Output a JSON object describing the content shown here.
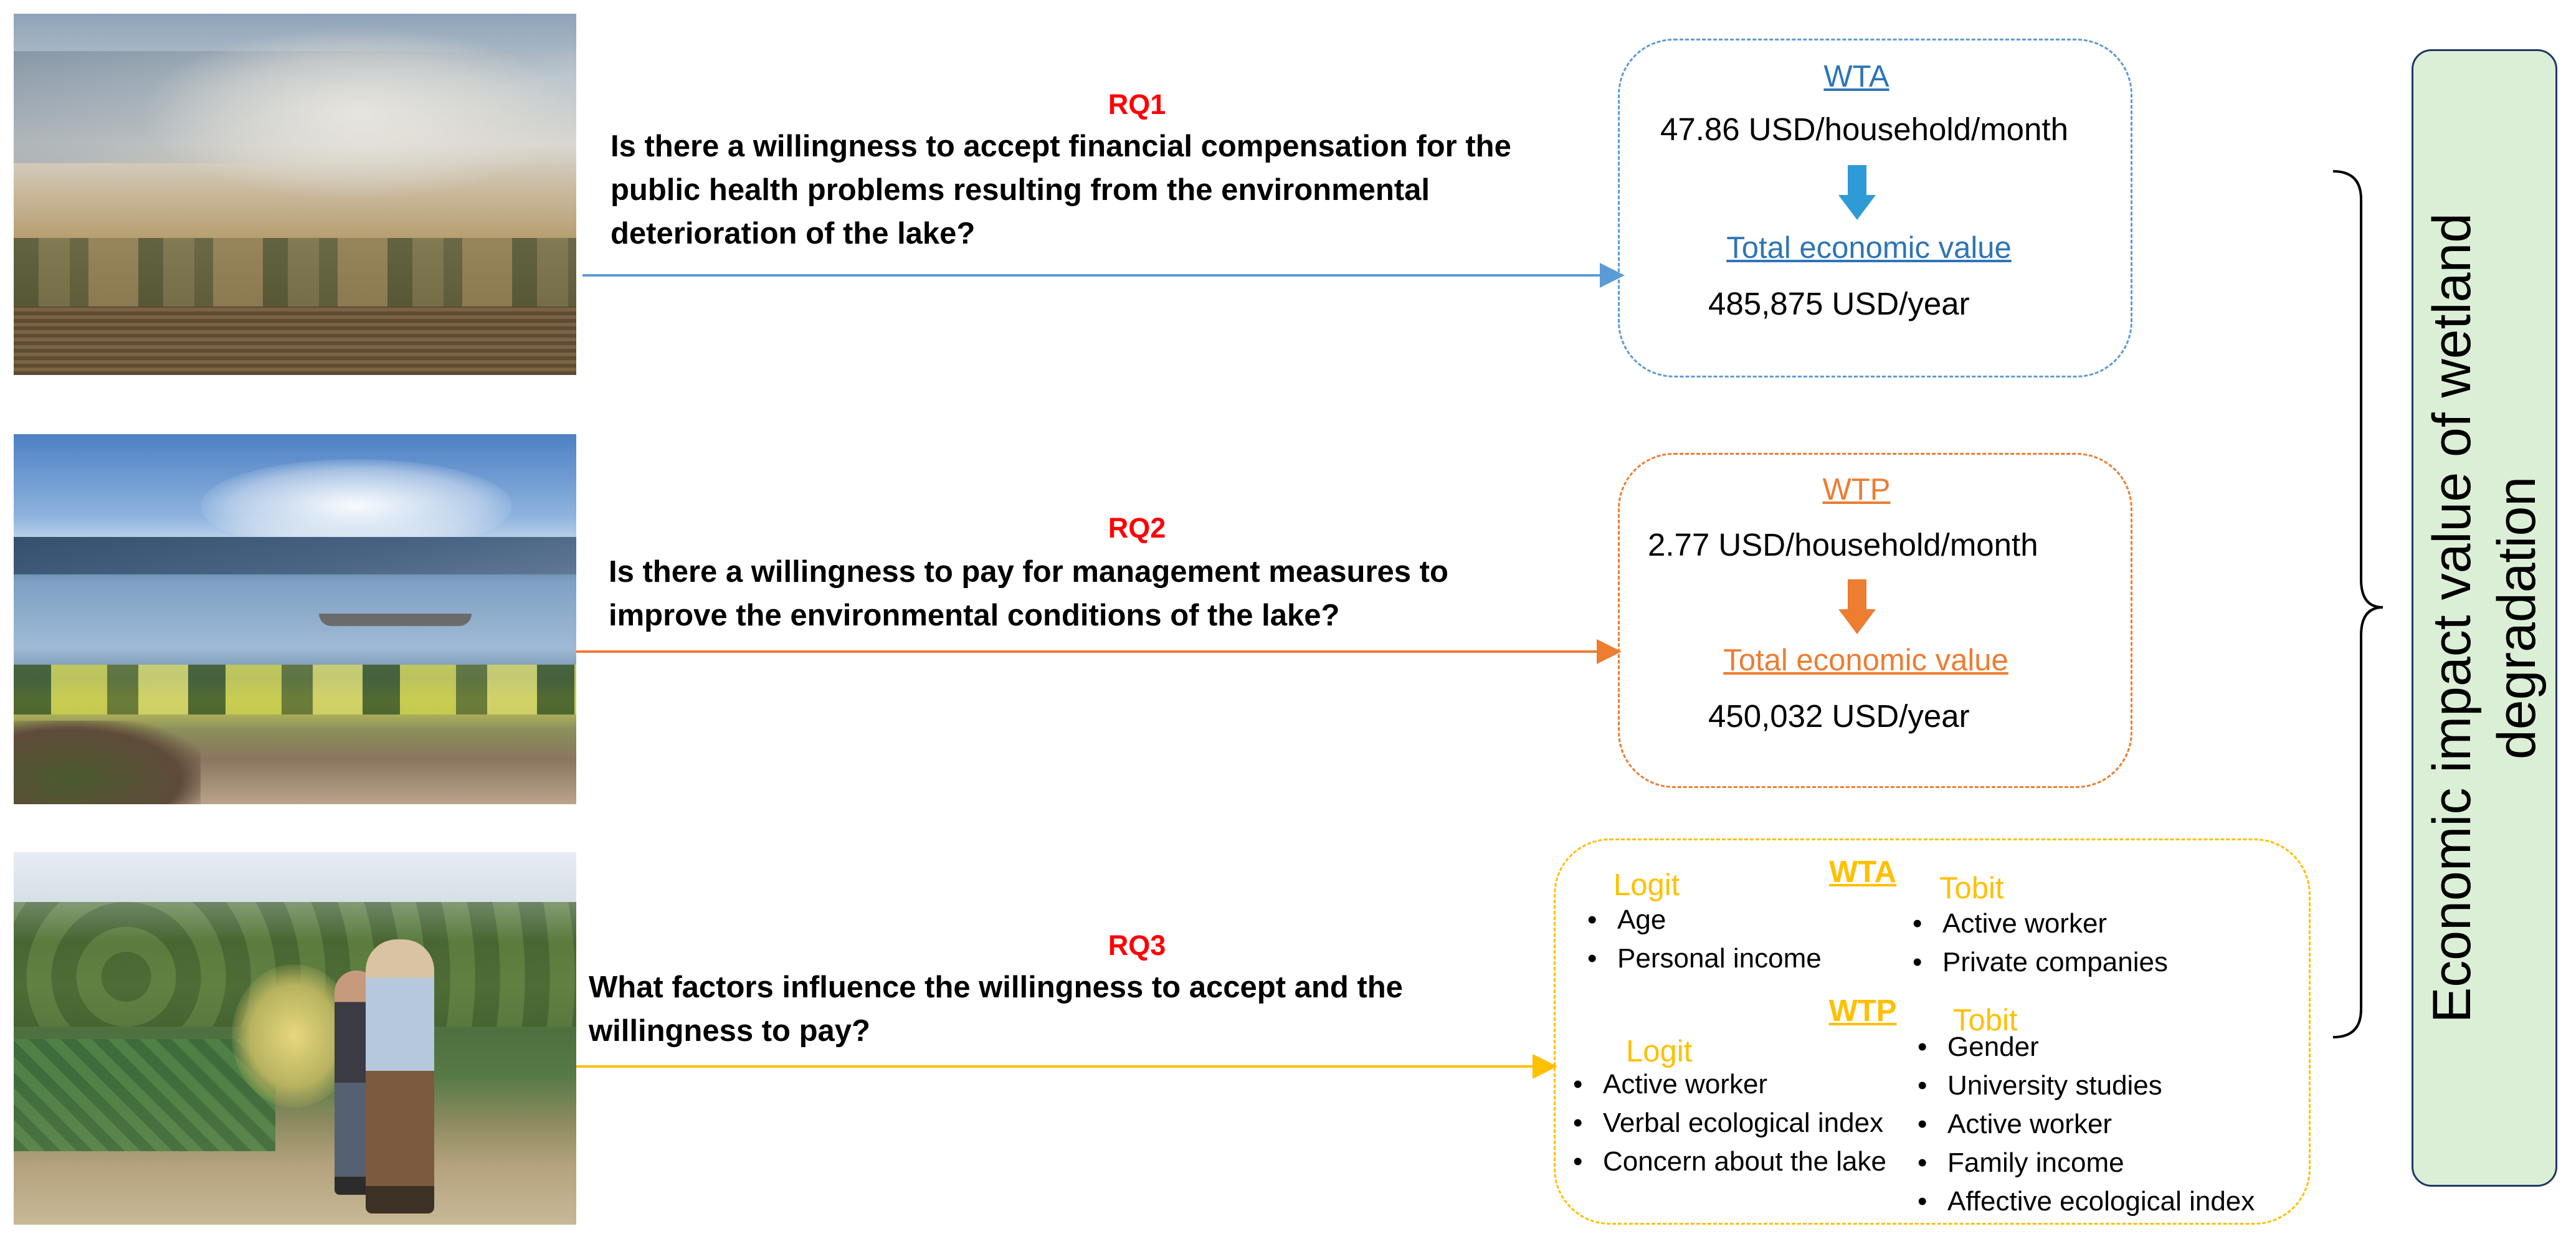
{
  "photos": [
    {
      "name": "dust-storm-over-dry-lakebed",
      "colors": {
        "sky": "#8fa3b8",
        "dust": "#d8d6cf",
        "ground": "#7e6745"
      }
    },
    {
      "name": "lake-with-boat-and-algae",
      "colors": {
        "sky": "#4d80c4",
        "water": "#9fbad5",
        "algae": "#c8cd4f"
      }
    },
    {
      "name": "researchers-at-lakeshore",
      "colors": {
        "vegetation": "#5c7a3f",
        "path": "#c7b896"
      }
    }
  ],
  "rq1": {
    "label": "RQ1",
    "lines": [
      "Is there a willingness to accept financial compensation for the",
      "public health problems resulting from the environmental",
      "deterioration of the lake?"
    ]
  },
  "rq2": {
    "label": "RQ2",
    "lines": [
      "Is there a willingness to pay for management measures to",
      "improve the environmental conditions of the lake?"
    ]
  },
  "rq3": {
    "label": "RQ3",
    "lines": [
      "What factors influence the willingness to accept and the",
      "willingness to pay?"
    ]
  },
  "box1": {
    "heading": "WTA",
    "value": "47.86 USD/household/month",
    "total_label": "Total economic value",
    "total_value": "485,875 USD/year"
  },
  "box2": {
    "heading": "WTP",
    "value": "2.77 USD/household/month",
    "total_label": "Total economic value",
    "total_value": "450,032 USD/year"
  },
  "box3": {
    "wta": {
      "heading": "WTA",
      "logit": {
        "label": "Logit",
        "items": [
          "Age",
          "Personal income"
        ]
      },
      "tobit": {
        "label": "Tobit",
        "items": [
          "Active worker",
          "Private companies"
        ]
      }
    },
    "wtp": {
      "heading": "WTP",
      "logit": {
        "label": "Logit",
        "items": [
          "Active worker",
          "Verbal ecological index",
          "Concern about the lake"
        ]
      },
      "tobit": {
        "label": "Tobit",
        "items": [
          "Gender",
          "University studies",
          "Active worker",
          "Family income",
          "Affective ecological index"
        ]
      }
    }
  },
  "side_panel": {
    "lines": [
      "Economic impact value of wetland",
      "degradation"
    ]
  },
  "colors": {
    "rq_label": "#ff0000",
    "wta_blue": "#2e75b6",
    "wta_border": "#5b9bd5",
    "wtp_orange": "#ed7d31",
    "factors_gold": "#ffc000",
    "panel_fill": "#dbefd6",
    "panel_border": "#1f3864"
  }
}
